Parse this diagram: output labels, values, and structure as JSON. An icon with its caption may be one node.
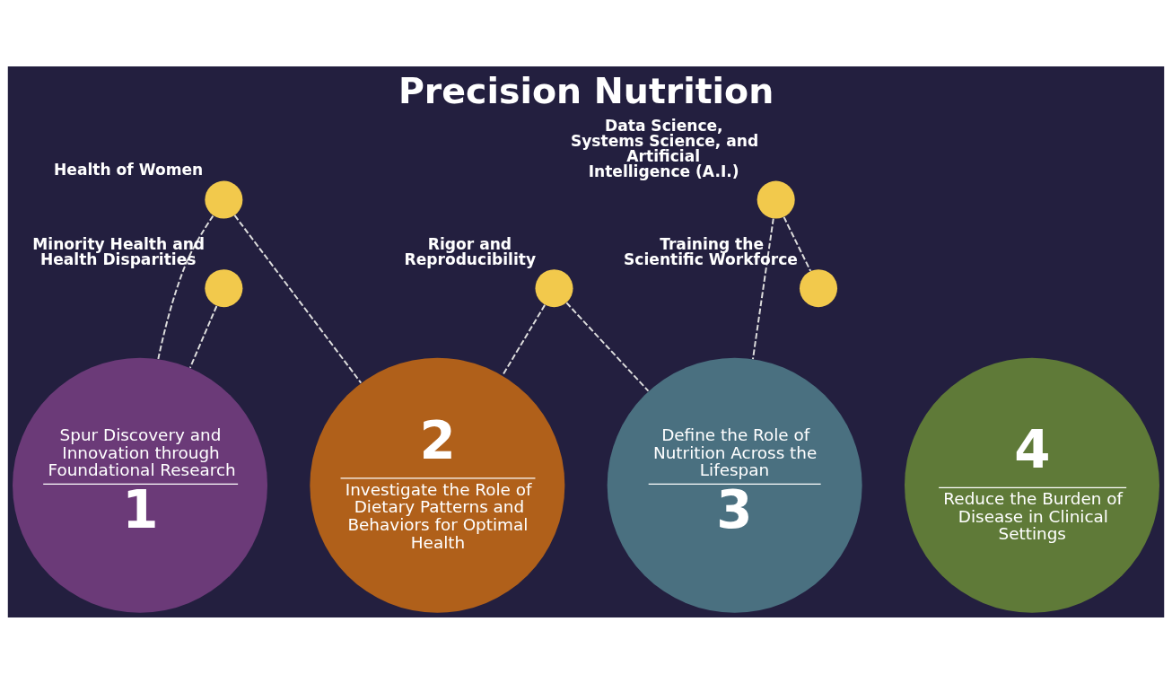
{
  "diagram": {
    "title": "Precision Nutrition",
    "nodes": [
      {
        "text": [
          "Spur Discovery and Innovation through Foundational Research",
          "1"
        ]
      },
      {
        "text": [
          "2",
          "Investigate the Role of Dietary Patterns and Behaviors for Optimal Health"
        ]
      },
      {
        "text": [
          "Define the Role of Nutrition Across the Lifespan",
          "3"
        ]
      },
      {
        "text": [
          "4",
          "Reduce the Burden of Disease in Clinical Settings"
        ]
      },
      {
        "text": [],
        "shape": "circle",
        "beside": [
          "Health of Women"
        ]
      },
      {
        "text": [],
        "shape": "circle",
        "beside": [
          "Data Science, Systems Science, and Artificial Intelligence (A.I.)"
        ]
      },
      {
        "text": [],
        "shape": "circle",
        "beside": [
          "Training the Scientific Workforce"
        ]
      },
      {
        "text": [],
        "shape": "circle",
        "beside": [
          "Minority Health and Health Disparities"
        ]
      },
      {
        "text": [],
        "shape": "circle",
        "beside": [
          "Rigor and Reproducibility"
        ]
      }
    ],
    "edges": [
      {
        "from": 4,
        "to": 0,
        "arrow": "none",
        "style": "dashed"
      },
      {
        "from": 4,
        "to": 1,
        "arrow": "none",
        "style": "dashed"
      },
      {
        "from": 7,
        "to": 0,
        "arrow": "none",
        "style": "dashed"
      },
      {
        "from": 8,
        "to": 1,
        "arrow": "none",
        "style": "dashed"
      },
      {
        "from": 8,
        "to": 2,
        "arrow": "none",
        "style": "dashed"
      },
      {
        "from": 5,
        "to": 2,
        "arrow": "none",
        "style": "dashed"
      },
      {
        "from": 5,
        "to": 6,
        "arrow": "none",
        "style": "dashed"
      }
    ]
  }
}
